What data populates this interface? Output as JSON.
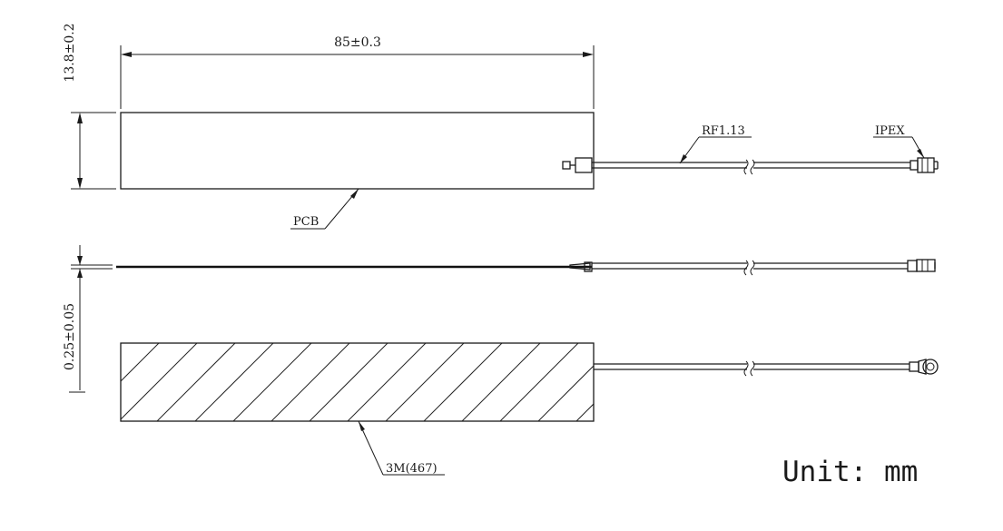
{
  "dimensions": {
    "length": "85±0.3",
    "width": "13.8±0.2",
    "thickness": "0.25±0.05"
  },
  "labels": {
    "cable": "RF1.13",
    "connector": "IPEX",
    "board": "PCB",
    "adhesive": "3M(467)"
  },
  "unit": "Unit: mm"
}
